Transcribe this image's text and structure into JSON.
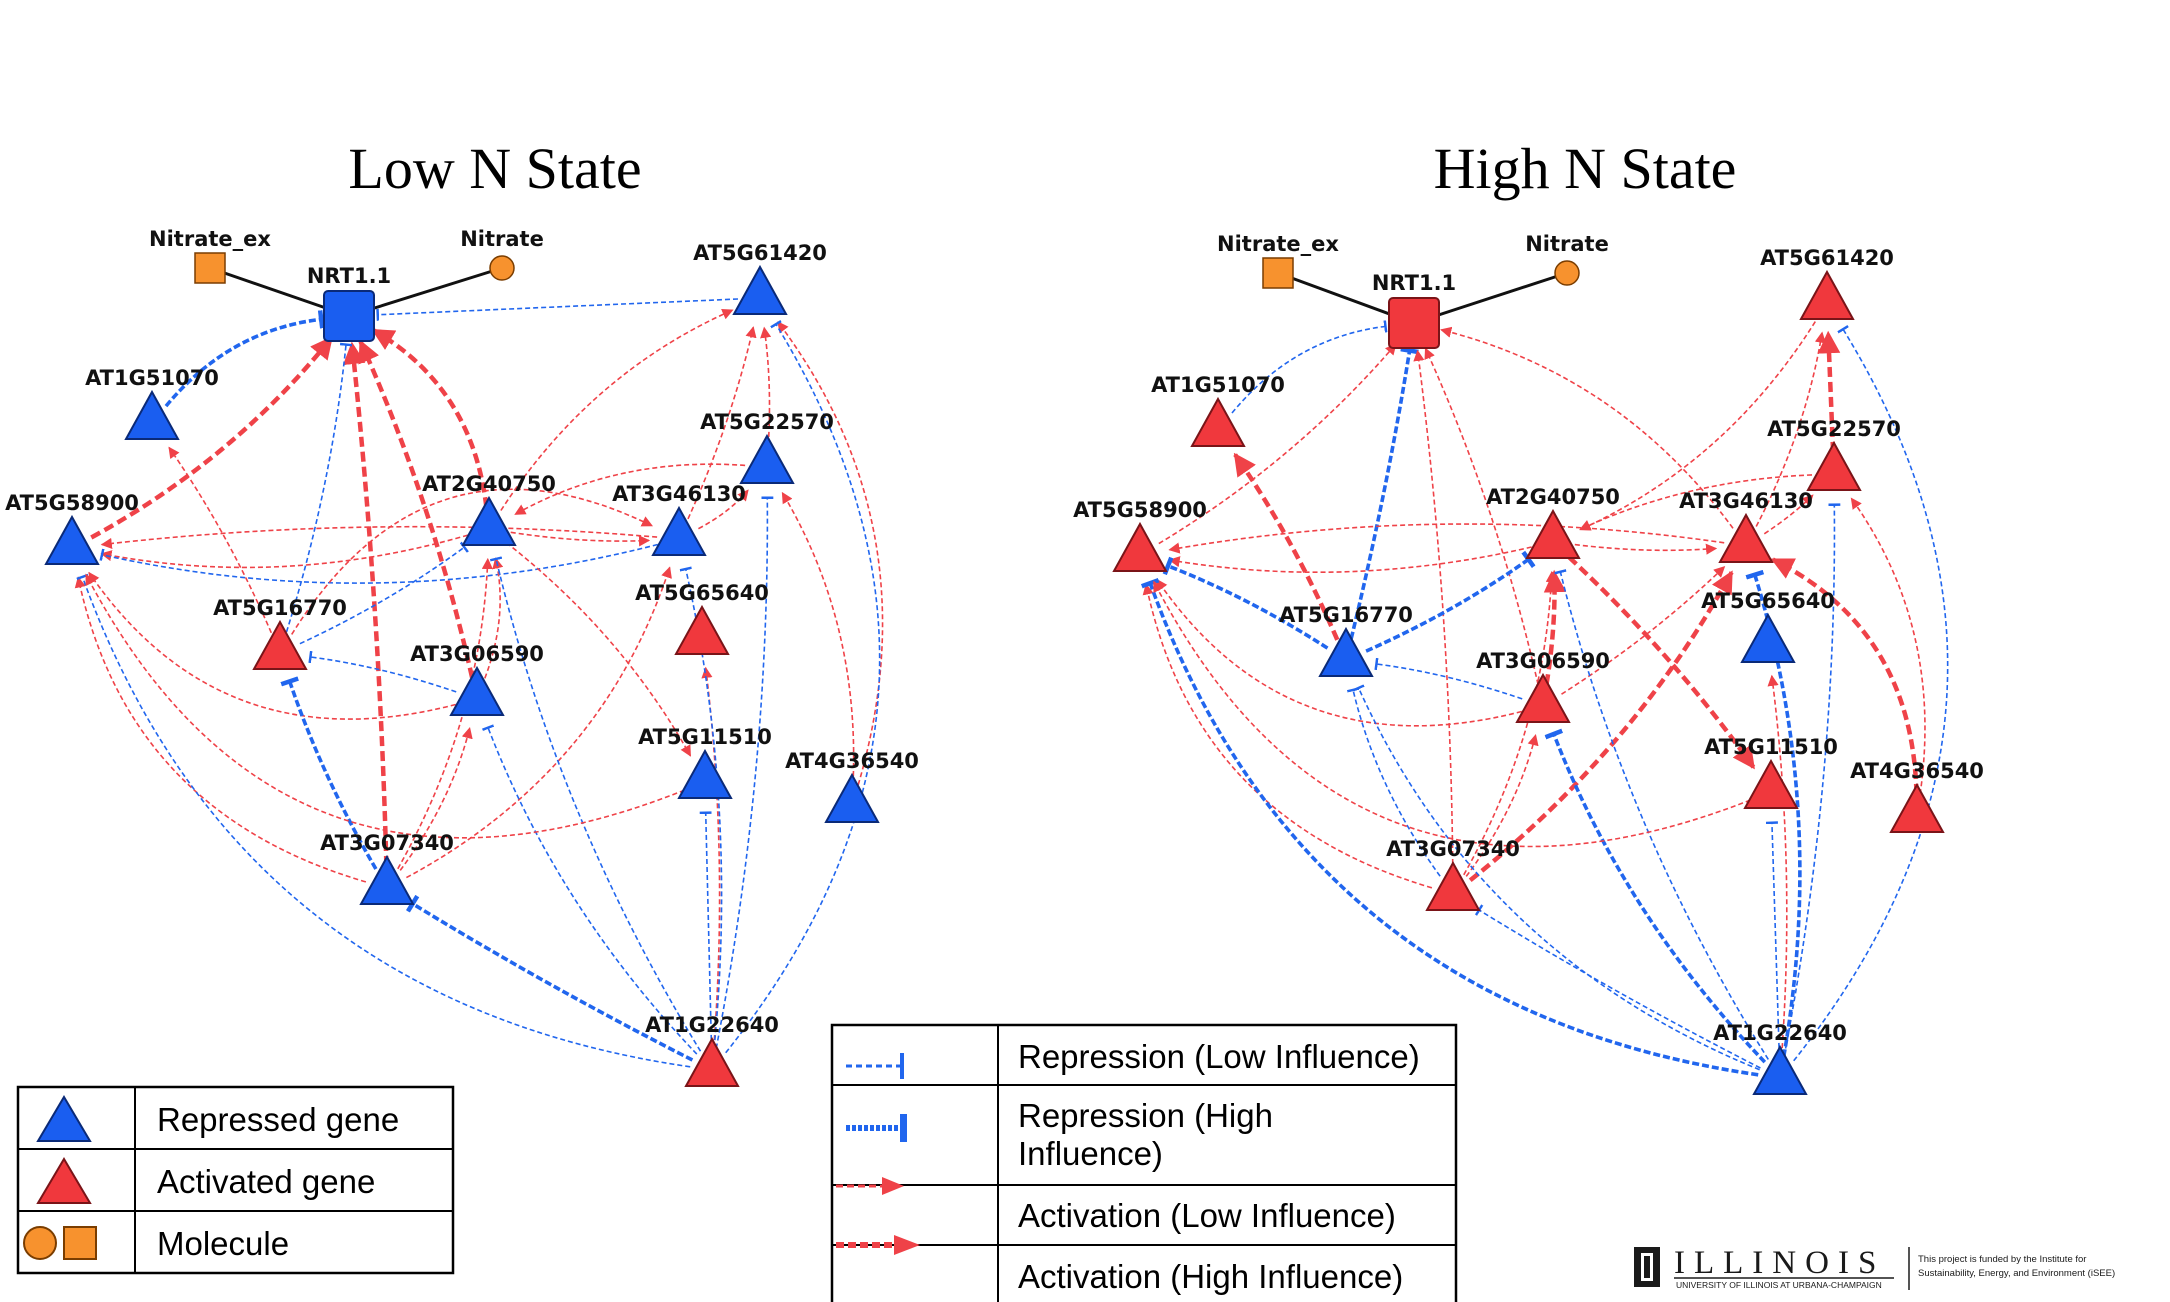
{
  "colors": {
    "repressed": "#1a5ef0",
    "activated": "#f0383d",
    "molecule": "#f7922e",
    "repression_edge": "#2166ee",
    "activation_edge": "#ef4248"
  },
  "panels": [
    {
      "id": "low",
      "title": "Low N State",
      "nodes": [
        {
          "id": "Nitrate_ex",
          "label": "Nitrate_ex",
          "shape": "square-small",
          "state": "molecule"
        },
        {
          "id": "Nitrate",
          "label": "Nitrate",
          "shape": "circle",
          "state": "molecule"
        },
        {
          "id": "NRT1.1",
          "label": "NRT1.1",
          "shape": "square",
          "state": "repressed"
        },
        {
          "id": "AT1G51070",
          "label": "AT1G51070",
          "shape": "triangle",
          "state": "repressed"
        },
        {
          "id": "AT5G58900",
          "label": "AT5G58900",
          "shape": "triangle",
          "state": "repressed"
        },
        {
          "id": "AT2G40750",
          "label": "AT2G40750",
          "shape": "triangle",
          "state": "repressed"
        },
        {
          "id": "AT3G46130",
          "label": "AT3G46130",
          "shape": "triangle",
          "state": "repressed"
        },
        {
          "id": "AT5G61420",
          "label": "AT5G61420",
          "shape": "triangle",
          "state": "repressed"
        },
        {
          "id": "AT5G22570",
          "label": "AT5G22570",
          "shape": "triangle",
          "state": "repressed"
        },
        {
          "id": "AT5G65640",
          "label": "AT5G65640",
          "shape": "triangle",
          "state": "activated"
        },
        {
          "id": "AT5G16770",
          "label": "AT5G16770",
          "shape": "triangle",
          "state": "activated"
        },
        {
          "id": "AT3G06590",
          "label": "AT3G06590",
          "shape": "triangle",
          "state": "repressed"
        },
        {
          "id": "AT5G11510",
          "label": "AT5G11510",
          "shape": "triangle",
          "state": "repressed"
        },
        {
          "id": "AT4G36540",
          "label": "AT4G36540",
          "shape": "triangle",
          "state": "repressed"
        },
        {
          "id": "AT3G07340",
          "label": "AT3G07340",
          "shape": "triangle",
          "state": "repressed"
        },
        {
          "id": "AT1G22640",
          "label": "AT1G22640",
          "shape": "triangle",
          "state": "activated"
        }
      ],
      "edges": [
        {
          "from": "Nitrate_ex",
          "to": "NRT1.1",
          "kind": "solid"
        },
        {
          "from": "Nitrate",
          "to": "NRT1.1",
          "kind": "solid"
        },
        {
          "from": "AT1G51070",
          "to": "NRT1.1",
          "kind": "rep-high",
          "bend": -0.2
        },
        {
          "from": "AT5G58900",
          "to": "NRT1.1",
          "kind": "act-high",
          "bend": 0.1
        },
        {
          "from": "AT3G07340",
          "to": "NRT1.1",
          "kind": "act-high",
          "bend": 0.02
        },
        {
          "from": "AT3G06590",
          "to": "NRT1.1",
          "kind": "act-high",
          "bend": 0.05
        },
        {
          "from": "AT2G40750",
          "to": "NRT1.1",
          "kind": "act-high",
          "bend": 0.25
        },
        {
          "from": "AT5G16770",
          "to": "NRT1.1",
          "kind": "rep-low",
          "bend": 0.05
        },
        {
          "from": "AT5G16770",
          "to": "AT1G51070",
          "kind": "act-low",
          "bend": 0.05
        },
        {
          "from": "AT2G40750",
          "to": "AT5G58900",
          "kind": "act-low",
          "bend": -0.12
        },
        {
          "from": "AT3G46130",
          "to": "AT5G58900",
          "kind": "act-low",
          "bend": 0.05
        },
        {
          "from": "AT3G46130",
          "to": "AT5G58900",
          "kind": "rep-low",
          "bend": -0.12
        },
        {
          "from": "AT3G06590",
          "to": "AT5G58900",
          "kind": "act-low",
          "bend": -0.35
        },
        {
          "from": "AT3G07340",
          "to": "AT5G58900",
          "kind": "act-low",
          "bend": -0.3
        },
        {
          "from": "AT1G22640",
          "to": "AT5G58900",
          "kind": "rep-low",
          "bend": -0.3
        },
        {
          "from": "AT5G16770",
          "to": "AT2G40750",
          "kind": "rep-low",
          "bend": 0.05
        },
        {
          "from": "AT3G06590",
          "to": "AT5G16770",
          "kind": "rep-low",
          "bend": 0.05
        },
        {
          "from": "AT3G07340",
          "to": "AT5G16770",
          "kind": "rep-high",
          "bend": -0.05
        },
        {
          "from": "AT5G22570",
          "to": "AT2G40750",
          "kind": "act-low",
          "bend": 0.15
        },
        {
          "from": "AT2G40750",
          "to": "AT3G46130",
          "kind": "act-low",
          "bend": 0.05
        },
        {
          "from": "AT2G40750",
          "to": "AT5G61420",
          "kind": "act-low",
          "bend": -0.15
        },
        {
          "from": "AT3G46130",
          "to": "AT5G61420",
          "kind": "act-low",
          "bend": 0.05
        },
        {
          "from": "AT5G22570",
          "to": "AT5G61420",
          "kind": "act-low",
          "bend": 0.05
        },
        {
          "from": "AT3G46130",
          "to": "AT5G22570",
          "kind": "act-low",
          "bend": 0.1
        },
        {
          "from": "AT3G06590",
          "to": "AT2G40750",
          "kind": "act-low",
          "bend": 0.15
        },
        {
          "from": "AT3G07340",
          "to": "AT2G40750",
          "kind": "act-low",
          "bend": 0.12
        },
        {
          "from": "AT3G07340",
          "to": "AT3G06590",
          "kind": "act-low",
          "bend": 0.1
        },
        {
          "from": "AT5G16770",
          "to": "AT3G46130",
          "kind": "act-low",
          "bend": -0.45
        },
        {
          "from": "AT3G07340",
          "to": "AT3G46130",
          "kind": "act-low",
          "bend": 0.2
        },
        {
          "from": "AT2G40750",
          "to": "AT5G11510",
          "kind": "act-low",
          "bend": -0.1
        },
        {
          "from": "AT4G36540",
          "to": "AT5G61420",
          "kind": "act-low",
          "bend": 0.25
        },
        {
          "from": "AT4G36540",
          "to": "AT5G22570",
          "kind": "act-low",
          "bend": 0.15
        },
        {
          "from": "AT1G22640",
          "to": "AT5G65640",
          "kind": "act-low",
          "bend": 0.05
        },
        {
          "from": "AT1G22640",
          "to": "AT5G11510",
          "kind": "rep-low",
          "bend": 0.0
        },
        {
          "from": "AT1G22640",
          "to": "AT3G46130",
          "kind": "rep-low",
          "bend": 0.08
        },
        {
          "from": "AT1G22640",
          "to": "AT5G22570",
          "kind": "rep-low",
          "bend": 0.05
        },
        {
          "from": "AT1G22640",
          "to": "AT5G61420",
          "kind": "rep-low",
          "bend": 0.35
        },
        {
          "from": "AT1G22640",
          "to": "AT2G40750",
          "kind": "rep-low",
          "bend": -0.08
        },
        {
          "from": "AT1G22640",
          "to": "AT3G06590",
          "kind": "rep-low",
          "bend": -0.1
        },
        {
          "from": "AT1G22640",
          "to": "AT3G07340",
          "kind": "rep-high",
          "bend": -0.02
        },
        {
          "from": "AT5G11510",
          "to": "AT5G58900",
          "kind": "act-low",
          "bend": -0.45
        },
        {
          "from": "AT5G61420",
          "to": "NRT1.1",
          "kind": "rep-low",
          "bend": 0.0
        }
      ]
    },
    {
      "id": "high",
      "title": "High N State",
      "nodes": [
        {
          "id": "Nitrate_ex",
          "label": "Nitrate_ex",
          "shape": "square-small",
          "state": "molecule"
        },
        {
          "id": "Nitrate",
          "label": "Nitrate",
          "shape": "circle",
          "state": "molecule"
        },
        {
          "id": "NRT1.1",
          "label": "NRT1.1",
          "shape": "square",
          "state": "activated"
        },
        {
          "id": "AT1G51070",
          "label": "AT1G51070",
          "shape": "triangle",
          "state": "activated"
        },
        {
          "id": "AT5G58900",
          "label": "AT5G58900",
          "shape": "triangle",
          "state": "activated"
        },
        {
          "id": "AT2G40750",
          "label": "AT2G40750",
          "shape": "triangle",
          "state": "activated"
        },
        {
          "id": "AT3G46130",
          "label": "AT3G46130",
          "shape": "triangle",
          "state": "activated"
        },
        {
          "id": "AT5G61420",
          "label": "AT5G61420",
          "shape": "triangle",
          "state": "activated"
        },
        {
          "id": "AT5G22570",
          "label": "AT5G22570",
          "shape": "triangle",
          "state": "activated"
        },
        {
          "id": "AT5G65640",
          "label": "AT5G65640",
          "shape": "triangle",
          "state": "repressed"
        },
        {
          "id": "AT5G16770",
          "label": "AT5G16770",
          "shape": "triangle",
          "state": "repressed"
        },
        {
          "id": "AT3G06590",
          "label": "AT3G06590",
          "shape": "triangle",
          "state": "activated"
        },
        {
          "id": "AT5G11510",
          "label": "AT5G11510",
          "shape": "triangle",
          "state": "activated"
        },
        {
          "id": "AT4G36540",
          "label": "AT4G36540",
          "shape": "triangle",
          "state": "activated"
        },
        {
          "id": "AT3G07340",
          "label": "AT3G07340",
          "shape": "triangle",
          "state": "activated"
        },
        {
          "id": "AT1G22640",
          "label": "AT1G22640",
          "shape": "triangle",
          "state": "repressed"
        }
      ],
      "edges": [
        {
          "from": "Nitrate_ex",
          "to": "NRT1.1",
          "kind": "solid"
        },
        {
          "from": "Nitrate",
          "to": "NRT1.1",
          "kind": "solid"
        },
        {
          "from": "AT1G51070",
          "to": "NRT1.1",
          "kind": "rep-low",
          "bend": -0.2
        },
        {
          "from": "AT5G58900",
          "to": "NRT1.1",
          "kind": "act-low",
          "bend": 0.08
        },
        {
          "from": "AT5G16770",
          "to": "NRT1.1",
          "kind": "rep-high",
          "bend": 0.02
        },
        {
          "from": "AT3G06590",
          "to": "NRT1.1",
          "kind": "act-low",
          "bend": 0.05
        },
        {
          "from": "AT3G07340",
          "to": "NRT1.1",
          "kind": "act-low",
          "bend": 0.03
        },
        {
          "from": "AT3G46130",
          "to": "NRT1.1",
          "kind": "act-low",
          "bend": 0.18
        },
        {
          "from": "AT5G16770",
          "to": "AT1G51070",
          "kind": "act-high",
          "bend": 0.05
        },
        {
          "from": "AT2G40750",
          "to": "AT5G58900",
          "kind": "act-low",
          "bend": -0.1
        },
        {
          "from": "AT3G46130",
          "to": "AT5G58900",
          "kind": "act-low",
          "bend": 0.08
        },
        {
          "from": "AT5G16770",
          "to": "AT5G58900",
          "kind": "rep-high",
          "bend": 0.05
        },
        {
          "from": "AT3G06590",
          "to": "AT5G58900",
          "kind": "act-low",
          "bend": -0.35
        },
        {
          "from": "AT3G07340",
          "to": "AT5G58900",
          "kind": "act-low",
          "bend": -0.3
        },
        {
          "from": "AT1G22640",
          "to": "AT5G58900",
          "kind": "rep-high",
          "bend": -0.3
        },
        {
          "from": "AT5G16770",
          "to": "AT2G40750",
          "kind": "rep-high",
          "bend": 0.05
        },
        {
          "from": "AT3G06590",
          "to": "AT5G16770",
          "kind": "rep-low",
          "bend": 0.05
        },
        {
          "from": "AT3G07340",
          "to": "AT5G16770",
          "kind": "rep-low",
          "bend": -0.1
        },
        {
          "from": "AT5G61420",
          "to": "AT2G40750",
          "kind": "act-low",
          "bend": -0.15
        },
        {
          "from": "AT2G40750",
          "to": "AT3G46130",
          "kind": "act-low",
          "bend": 0.05
        },
        {
          "from": "AT5G22570",
          "to": "AT5G61420",
          "kind": "act-high",
          "bend": 0.0
        },
        {
          "from": "AT3G46130",
          "to": "AT5G61420",
          "kind": "act-low",
          "bend": 0.08
        },
        {
          "from": "AT3G46130",
          "to": "AT5G22570",
          "kind": "act-low",
          "bend": 0.05
        },
        {
          "from": "AT5G22570",
          "to": "AT2G40750",
          "kind": "act-low",
          "bend": 0.1
        },
        {
          "from": "AT3G06590",
          "to": "AT2G40750",
          "kind": "act-high",
          "bend": 0.05
        },
        {
          "from": "AT3G07340",
          "to": "AT2G40750",
          "kind": "act-low",
          "bend": 0.12
        },
        {
          "from": "AT3G07340",
          "to": "AT3G06590",
          "kind": "act-low",
          "bend": 0.1
        },
        {
          "from": "AT3G06590",
          "to": "AT3G46130",
          "kind": "act-low",
          "bend": 0.05
        },
        {
          "from": "AT3G07340",
          "to": "AT3G46130",
          "kind": "act-high",
          "bend": 0.1
        },
        {
          "from": "AT4G36540",
          "to": "AT3G46130",
          "kind": "act-high",
          "bend": 0.3
        },
        {
          "from": "AT2G40750",
          "to": "AT5G11510",
          "kind": "act-high",
          "bend": -0.05
        },
        {
          "from": "AT4G36540",
          "to": "AT5G22570",
          "kind": "act-low",
          "bend": 0.2
        },
        {
          "from": "AT1G22640",
          "to": "AT5G65640",
          "kind": "act-low",
          "bend": 0.05
        },
        {
          "from": "AT1G22640",
          "to": "AT5G11510",
          "kind": "rep-low",
          "bend": 0.0
        },
        {
          "from": "AT1G22640",
          "to": "AT3G46130",
          "kind": "rep-high",
          "bend": 0.12
        },
        {
          "from": "AT1G22640",
          "to": "AT5G22570",
          "kind": "rep-low",
          "bend": 0.05
        },
        {
          "from": "AT1G22640",
          "to": "AT5G61420",
          "kind": "rep-low",
          "bend": 0.35
        },
        {
          "from": "AT1G22640",
          "to": "AT2G40750",
          "kind": "rep-low",
          "bend": -0.08
        },
        {
          "from": "AT1G22640",
          "to": "AT3G06590",
          "kind": "rep-high",
          "bend": -0.1
        },
        {
          "from": "AT1G22640",
          "to": "AT3G07340",
          "kind": "rep-low",
          "bend": -0.02
        },
        {
          "from": "AT1G22640",
          "to": "AT5G16770",
          "kind": "rep-low",
          "bend": -0.2
        },
        {
          "from": "AT5G11510",
          "to": "AT5G58900",
          "kind": "act-low",
          "bend": -0.45
        }
      ]
    }
  ],
  "legend_nodes": {
    "items": [
      {
        "label": "Repressed gene",
        "icon": "blue-triangle"
      },
      {
        "label": "Activated gene",
        "icon": "red-triangle"
      },
      {
        "label": "Molecule",
        "icon": "orange-circle-square"
      }
    ]
  },
  "legend_edges": {
    "items": [
      {
        "label_lines": [
          "Repression (Low Influence)"
        ],
        "kind": "rep-low"
      },
      {
        "label_lines": [
          "Repression (High",
          "Influence)"
        ],
        "kind": "rep-high"
      },
      {
        "label_lines": [
          "Activation (Low Influence)"
        ],
        "kind": "act-low"
      },
      {
        "label_lines": [
          "Activation (High Influence)"
        ],
        "kind": "act-high"
      }
    ]
  },
  "footer": {
    "logo_text": "ILLINOIS",
    "logo_subtitle": "UNIVERSITY OF ILLINOIS AT URBANA-CHAMPAIGN",
    "funded_line1": "This project is funded by the Institute for",
    "funded_line2": "Sustainability, Energy, and Environment (iSEE)"
  }
}
